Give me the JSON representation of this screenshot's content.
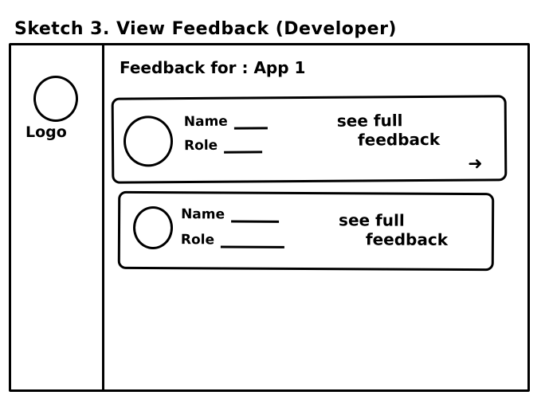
{
  "sketch_title": "Sketch 3. View Feedback (Developer)",
  "sidebar": {
    "logo_label": "Logo"
  },
  "main": {
    "heading": "Feedback for : App 1",
    "cards": [
      {
        "name_label": "Name",
        "role_label": "Role",
        "link_line1": "see full",
        "link_line2": "feedback",
        "arrow": "arrow-right-icon"
      },
      {
        "name_label": "Name",
        "role_label": "Role",
        "link_line1": "see full",
        "link_line2": "feedback"
      }
    ]
  }
}
